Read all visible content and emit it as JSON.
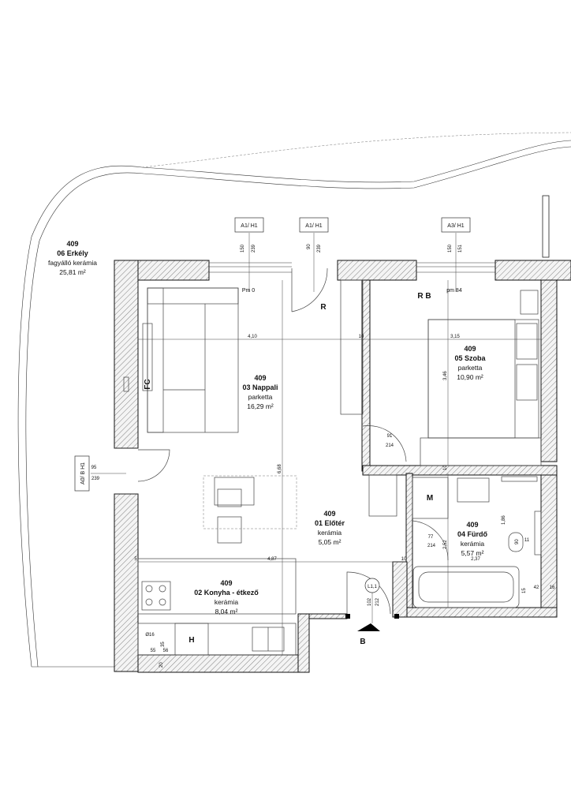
{
  "rooms": {
    "erkely": {
      "number": "409",
      "name": "06 Erkély",
      "material": "fagyálló kerámia",
      "area": "25,81 m²"
    },
    "nappali": {
      "number": "409",
      "name": "03 Nappali",
      "material": "parketta",
      "area": "16,29 m²"
    },
    "szoba": {
      "number": "409",
      "name": "05 Szoba",
      "material": "parketta",
      "area": "10,90 m²"
    },
    "eloter": {
      "number": "409",
      "name": "01 Előtér",
      "material": "kerámia",
      "area": "5,05 m²"
    },
    "furdo": {
      "number": "409",
      "name": "04 Fürdő",
      "material": "kerámia",
      "area": "5,57 m²"
    },
    "konyha": {
      "number": "409",
      "name": "02 Konyha - étkező",
      "material": "kerámia",
      "area": "8,04 m²"
    }
  },
  "window_tags": {
    "a1_h1_left": "A1/ H1",
    "a1_h1_mid": "A1/ H1",
    "a3_h1": "A3/ H1",
    "a0_b_h1": "A0/ B H1",
    "l1_1": "L1,1"
  },
  "labels": {
    "pm0": "Pm 0",
    "pm84": "pm 84",
    "r": "R",
    "rb": "R B",
    "fc": "FC",
    "m": "M",
    "h": "H",
    "b": "B"
  },
  "dimensions": {
    "d150a": "150",
    "d239a": "239",
    "d90": "90",
    "d239b": "239",
    "d150b": "150",
    "d151": "151",
    "d410": "4,10",
    "d10a": "10",
    "d315": "3,15",
    "d346": "3,46",
    "d668": "6,68",
    "d91": "91",
    "d214a": "214",
    "d10b": "10",
    "d95": "95",
    "d239c": "239",
    "d77": "77",
    "d214b": "214",
    "d252": "2,52",
    "d186": "1,86",
    "d90b": "90",
    "d487": "4,87",
    "d10c": "10",
    "d237": "2,37",
    "d5": "5",
    "d102": "102",
    "d212": "212",
    "d016": "Ø16",
    "d55": "55",
    "d56": "56",
    "d35": "35",
    "d20": "20",
    "d42": "42",
    "d16": "16",
    "d11": "11",
    "d15": "15"
  }
}
